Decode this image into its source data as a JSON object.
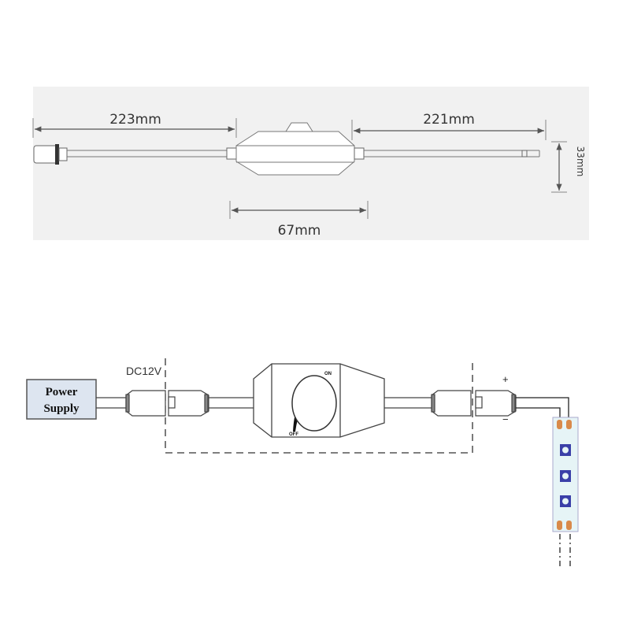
{
  "dimensions": {
    "left_cable": "223mm",
    "right_cable": "221mm",
    "body_width": "67mm",
    "height": "33mm"
  },
  "wiring": {
    "power_supply_line1": "Power",
    "power_supply_line2": "Supply",
    "voltage": "DC12V",
    "knob_on": "ON",
    "knob_off": "OFF",
    "plus": "+",
    "minus": "−"
  },
  "colors": {
    "panel_bg": "#f1f1f1",
    "power_supply_fill": "#dde5f0",
    "strip_fill": "#e6f4f6",
    "led": "#3a3fa8",
    "pad": "#d98a4a"
  }
}
